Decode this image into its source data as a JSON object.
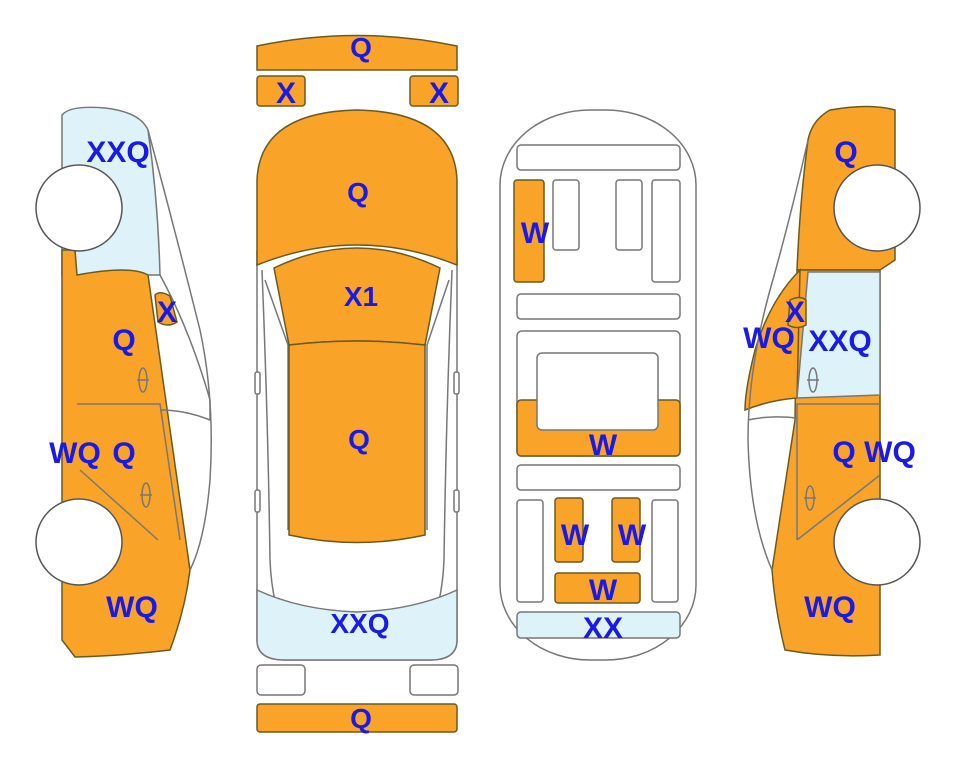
{
  "colors": {
    "damage_orange": "#f9a429",
    "glass_blue": "#def3f9",
    "label_blue": "#1a1ae6",
    "outline": "#777777"
  },
  "labels": {
    "top_bumper": "Q",
    "top_left_small": "X",
    "top_right_small": "X",
    "hood": "Q",
    "windshield": "X1",
    "roof": "Q",
    "rear_window": "XXQ",
    "bottom_bumper": "Q",
    "left_front_glass": "XXQ",
    "left_mirror": "X",
    "left_front_door": "Q",
    "left_rear_door_a": "WQ",
    "left_rear_door_b": "Q",
    "left_rear_fender": "WQ",
    "right_front": "Q",
    "right_mirror": "X",
    "right_front_door": "WQ",
    "right_window": "XXQ",
    "right_rear_door_a": "Q",
    "right_rear_door_b": "WQ",
    "right_rear_fender": "WQ",
    "floor_front_left": "W",
    "floor_middle": "W",
    "floor_rear_left": "W",
    "floor_rear_right": "W",
    "floor_rear_center": "W",
    "floor_rear_end": "XX"
  }
}
